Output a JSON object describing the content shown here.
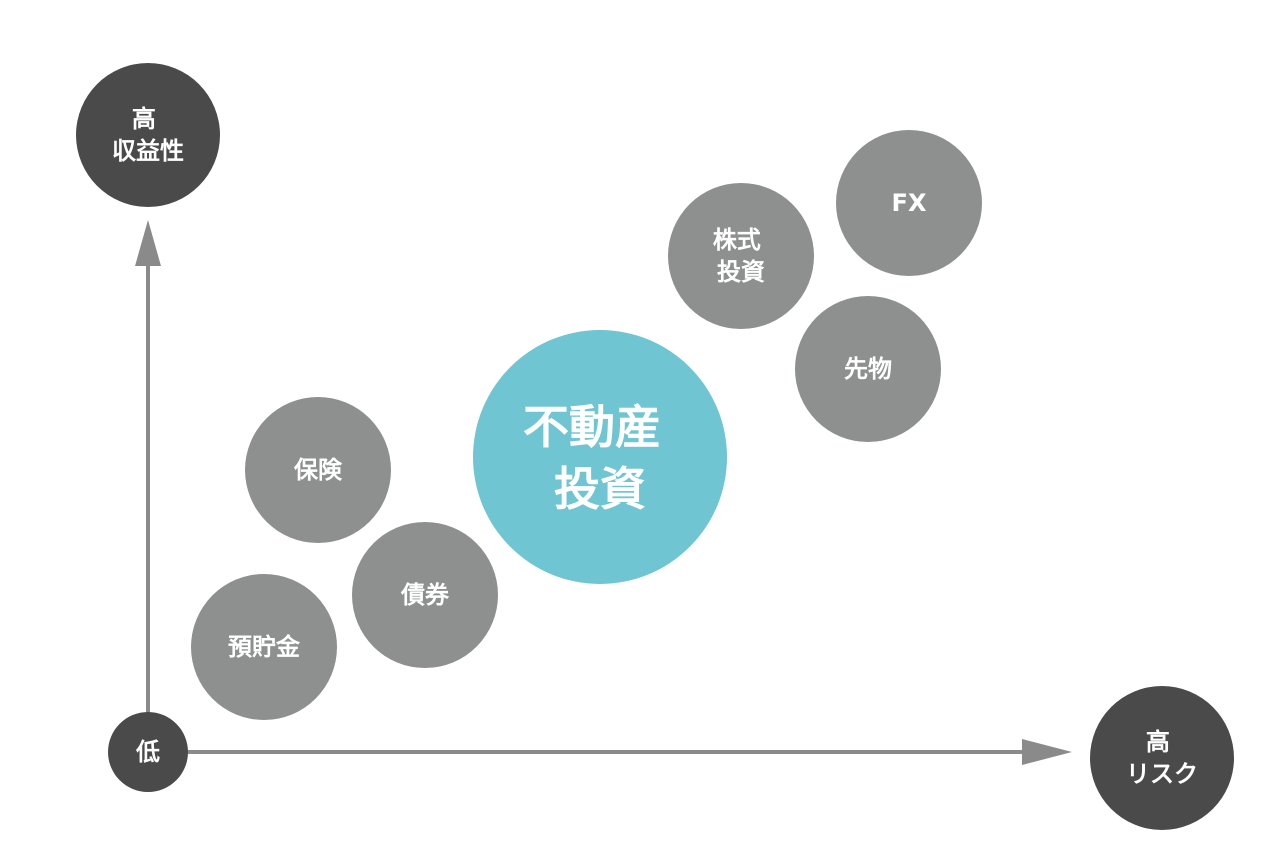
{
  "colors": {
    "background": "#ffffff",
    "axis": "#8a8a8a",
    "anchor": "#4a4a4a",
    "bubble": "#8e8f8f",
    "highlight": "#6fc5d2",
    "text": "#ffffff"
  },
  "axes": {
    "origin_label": [
      "低"
    ],
    "y_label": [
      "高",
      "収益性"
    ],
    "x_label": [
      "高",
      "リスク"
    ]
  },
  "items": [
    {
      "id": "deposit",
      "lines": [
        "預貯金"
      ],
      "highlight": false
    },
    {
      "id": "insurance",
      "lines": [
        "保険"
      ],
      "highlight": false
    },
    {
      "id": "bonds",
      "lines": [
        "債券"
      ],
      "highlight": false
    },
    {
      "id": "real-estate",
      "lines": [
        "不動産",
        "投資"
      ],
      "highlight": true
    },
    {
      "id": "stocks",
      "lines": [
        "株式",
        "投資"
      ],
      "highlight": false
    },
    {
      "id": "futures",
      "lines": [
        "先物"
      ],
      "highlight": false
    },
    {
      "id": "fx",
      "lines": [
        "FX"
      ],
      "highlight": false
    }
  ]
}
